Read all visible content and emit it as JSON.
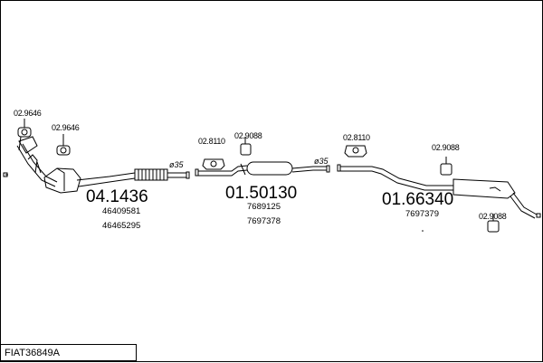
{
  "part_labels": {
    "clamp_a": "02.9646",
    "clamp_b": "02.9646",
    "clamp_c": "02.8110",
    "clamp_d": "02.9088",
    "clamp_e": "02.8110",
    "clamp_f": "02.9088",
    "clamp_g": "02.9088"
  },
  "diameters": {
    "first": "ø35",
    "second": "ø35"
  },
  "sections": [
    {
      "number": "04.1436",
      "oem": [
        "46409581",
        "46465295"
      ]
    },
    {
      "number": "01.50130",
      "oem": [
        "7689125",
        "7697378"
      ]
    },
    {
      "number": "01.66340",
      "oem": [
        "7697379"
      ]
    }
  ],
  "reference": "FIAT36849A",
  "colors": {
    "line": "#000000",
    "background": "#ffffff"
  }
}
